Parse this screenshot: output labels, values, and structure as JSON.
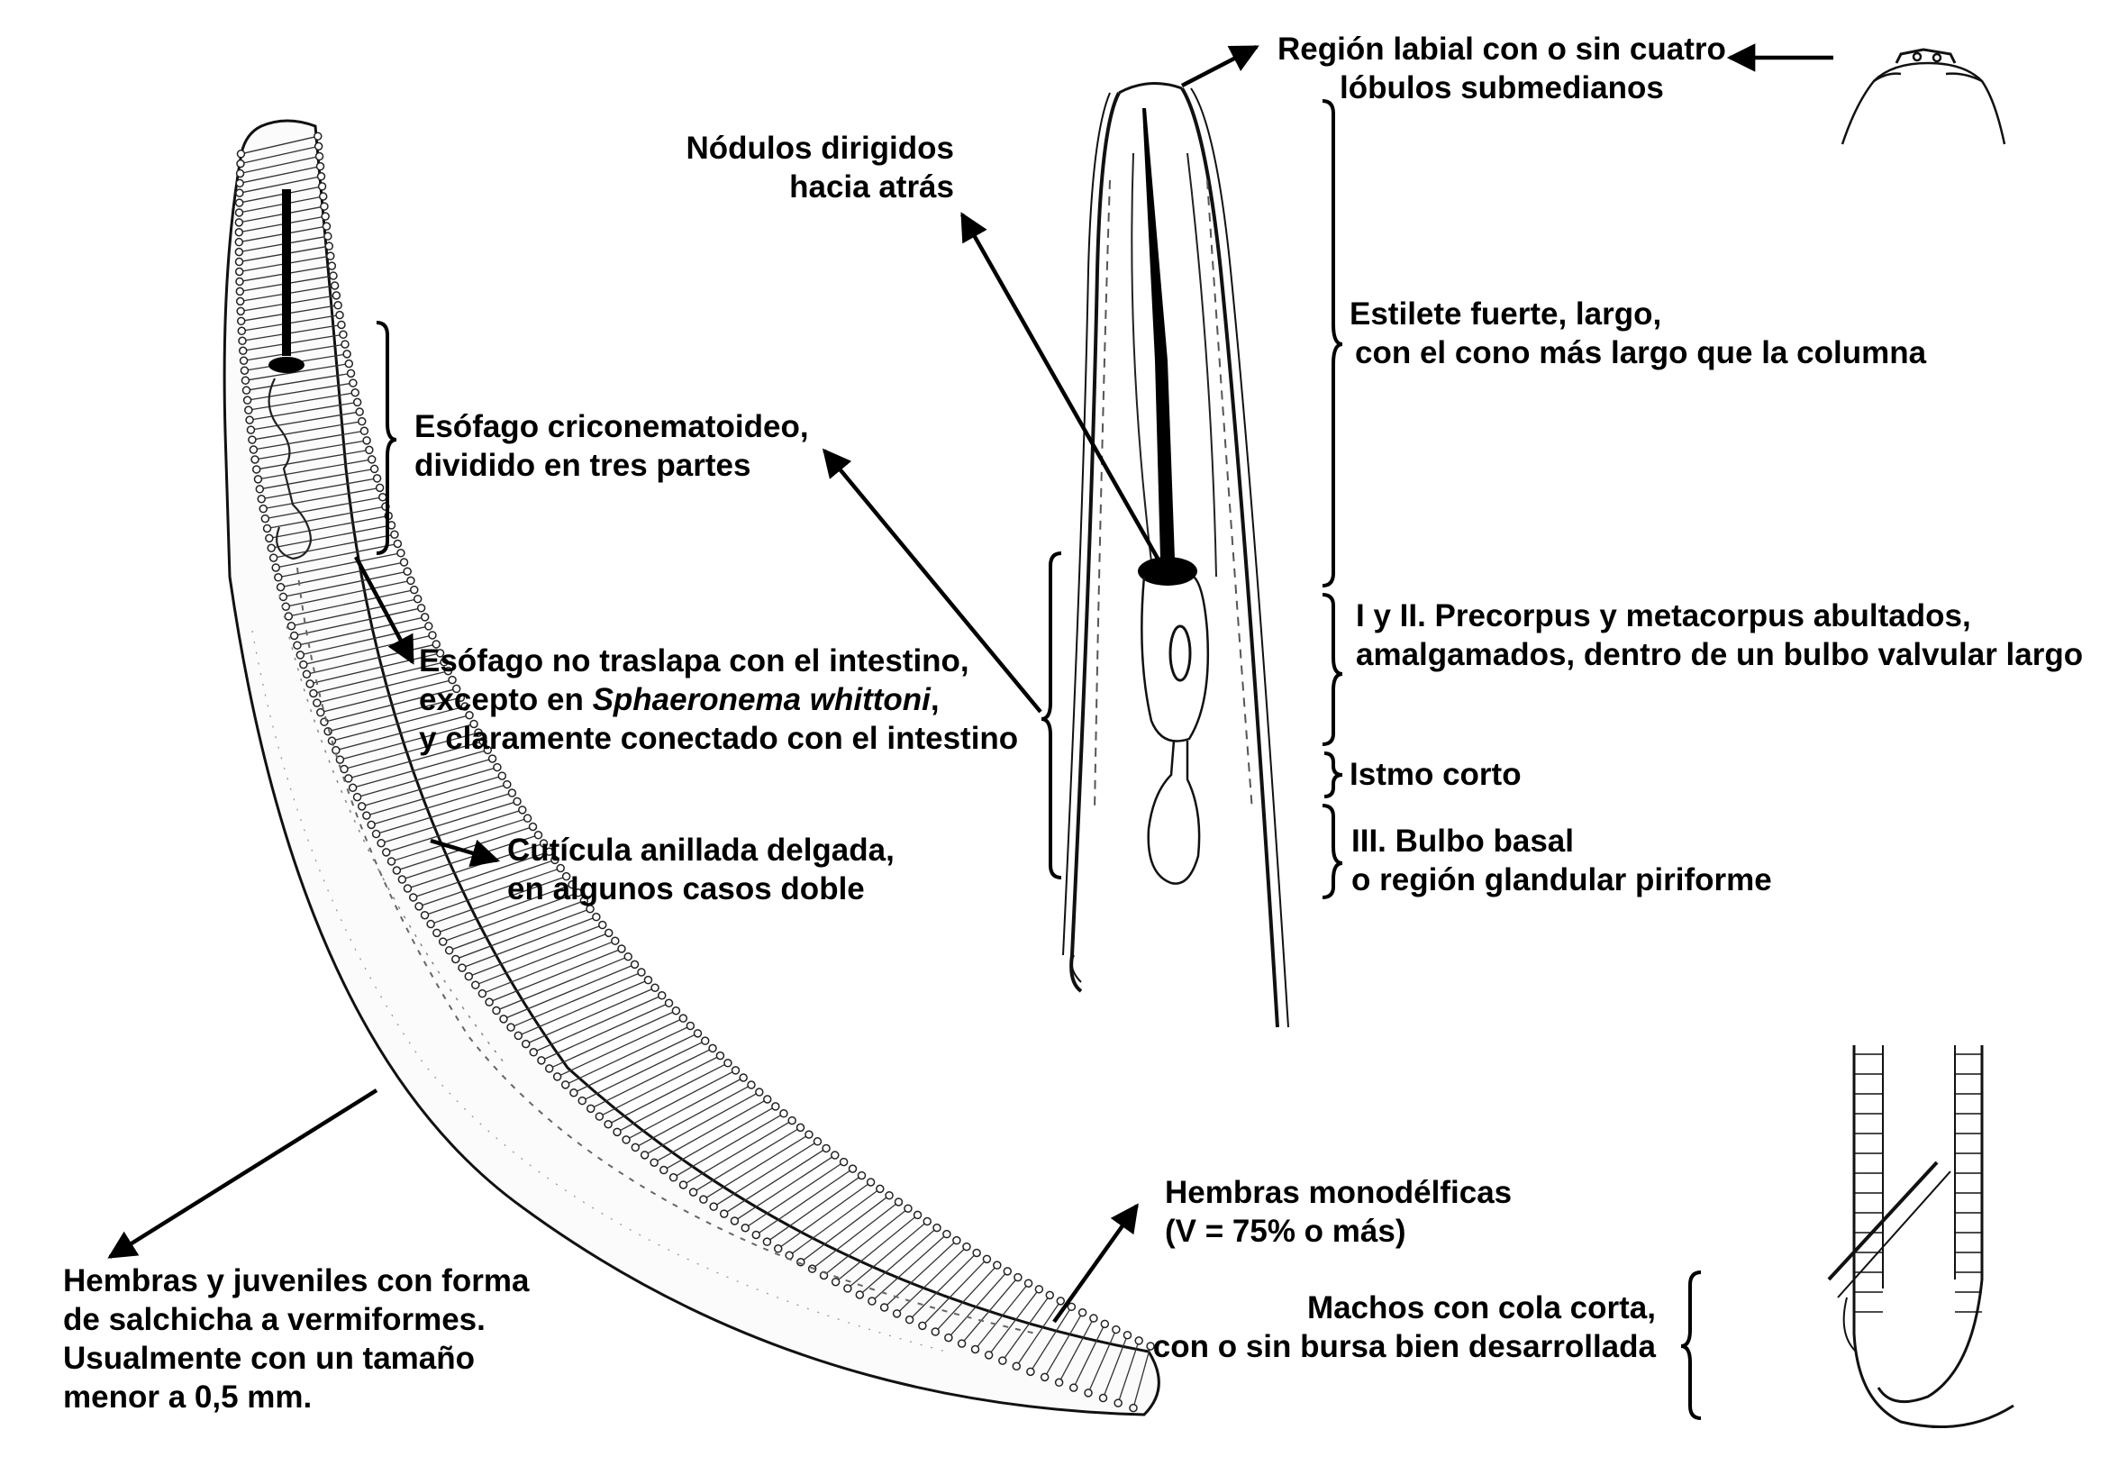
{
  "labels": {
    "region_labial": [
      "Región labial con o sin cuatro",
      "lóbulos submedianos"
    ],
    "nodulos": [
      "Nódulos dirigidos",
      "hacia atrás"
    ],
    "estilete": [
      "Estilete fuerte, largo,",
      "con el cono más largo que la columna"
    ],
    "esofago_crico": [
      "Esófago criconematoideo,",
      "dividido en tres partes"
    ],
    "precorpus": [
      "I y II. Precorpus y metacorpus abultados,",
      "amalgamados, dentro de un bulbo valvular largo"
    ],
    "esofago_traslapa": {
      "line1": "Esófago no traslapa con el intestino,",
      "line2_pre": "excepto en ",
      "line2_italic": "Sphaeronema whittoni",
      "line2_post": ",",
      "line3": "y claramente conectado con el intestino"
    },
    "istmo": "Istmo corto",
    "bulbo_basal": [
      "III. Bulbo basal",
      "o región glandular piriforme"
    ],
    "cuticula": [
      "Cutícula anillada delgada,",
      "en algunos casos doble"
    ],
    "hembras_mono": [
      "Hembras monodélficas",
      "(V = 75% o más)"
    ],
    "machos": [
      "Machos con cola corta,",
      "con o sin bursa bien desarrollada"
    ],
    "hembras_juv": [
      "Hembras y juveniles con forma",
      "de salchicha a vermiformes.",
      "Usualmente con un tamaño",
      "menor a 0,5 mm."
    ]
  }
}
